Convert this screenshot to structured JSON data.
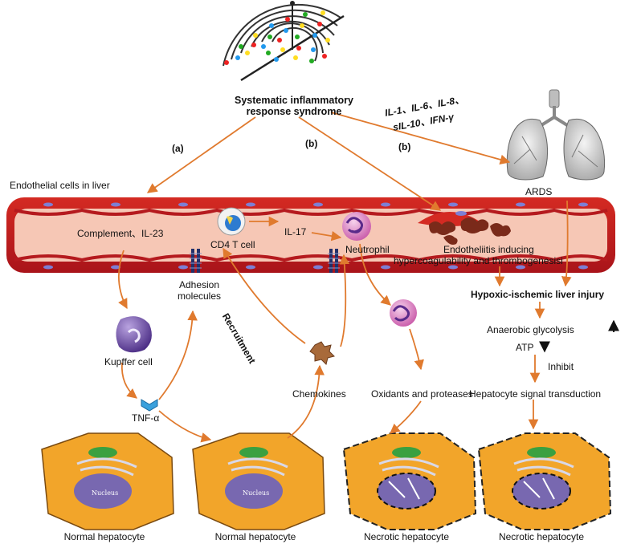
{
  "sirs": {
    "line1": "Systematic inflammatory",
    "line2": "response syndrome"
  },
  "cytokines": {
    "line1": "IL-1、IL-6、IL-8、",
    "line2": "sIL-10、IFN-γ"
  },
  "path_labels": {
    "a": "(a)",
    "b_left": "(b)",
    "b_right": "(b)"
  },
  "vessel": {
    "title": "Endothelial cells in liver",
    "complement": "Complement、IL-23",
    "cd4": "CD4 T cell",
    "il17": "IL-17",
    "neutrophil": "Neutrophil",
    "endo_line1": "Endotheliitis inducing",
    "endo_line2": "hypercoagulability and thrombogenesisi"
  },
  "ards": "ARDS",
  "adhesion": {
    "line1": "Adhesion",
    "line2": "molecules"
  },
  "recruitment": "Recruitment",
  "kupffer": "Kupffer cell",
  "tnf": "TNF-α",
  "chemokines": "Chemokines",
  "oxidants": "Oxidants and proteases",
  "liver_injury": {
    "title": "Hypoxic-ischemic liver injury",
    "glycolysis": "Anaerobic glycolysis",
    "atp": "ATP",
    "inhibit": "Inhibit",
    "signal": "Hepatocyte signal transduction"
  },
  "nucleus": "Nucleus",
  "hepatocytes": [
    "Normal hepatocyte",
    "Normal hepatocyte",
    "Necrotic hepatocyte",
    "Necrotic hepatocyte"
  ],
  "colors": {
    "arrow": "#e07a2e",
    "vessel_outer": "#c8181e",
    "vessel_inner": "#f6c7b5",
    "cell_body": "#f2a52a",
    "nucleus": "#7868b0",
    "kupffer": "#6a4aa0",
    "neutrophil": "#d870b8",
    "thrombus": "#7a2a1a"
  }
}
